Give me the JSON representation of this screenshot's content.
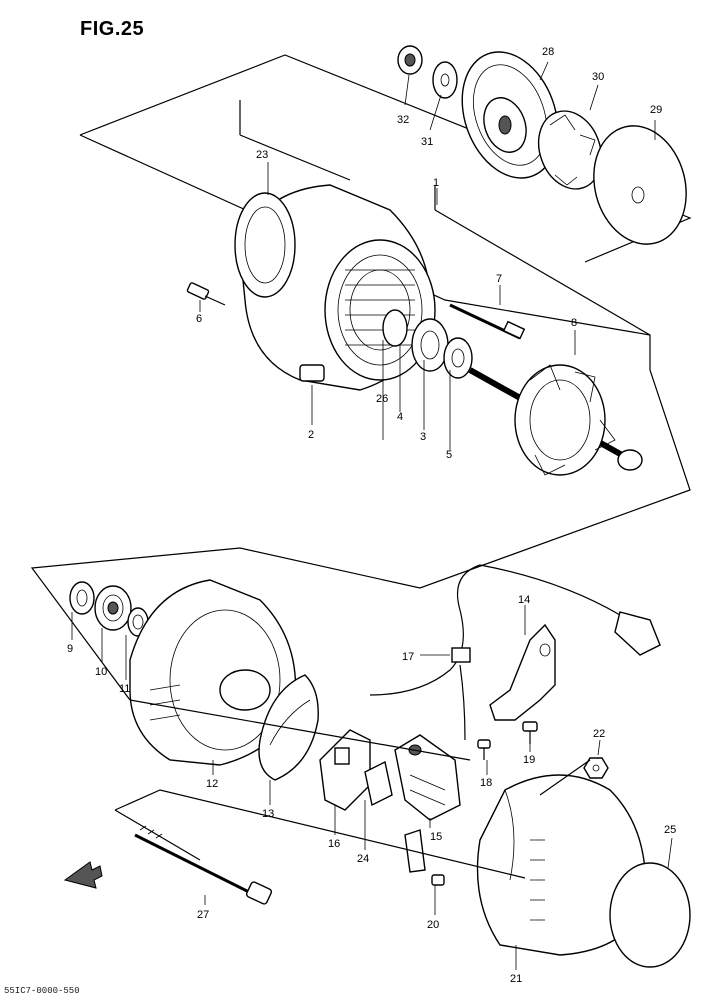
{
  "figure": {
    "title": "FIG.25",
    "footer": "55IC7-0000-550"
  },
  "callouts": {
    "c1": "1",
    "c2": "2",
    "c3": "3",
    "c4": "4",
    "c5": "5",
    "c6": "6",
    "c7": "7",
    "c8": "8",
    "c9": "9",
    "c10": "10",
    "c11": "11",
    "c12": "12",
    "c13": "13",
    "c14": "14",
    "c15": "15",
    "c16": "16",
    "c17": "17",
    "c18": "18",
    "c19": "19",
    "c20": "20",
    "c21": "21",
    "c22": "22",
    "c23": "23",
    "c24": "24",
    "c25": "25",
    "c26": "26",
    "c27": "27",
    "c28": "28",
    "c29": "29",
    "c30": "30",
    "c31": "31",
    "c32": "32"
  },
  "icons": {
    "front_arrow": "front-arrow-icon"
  }
}
